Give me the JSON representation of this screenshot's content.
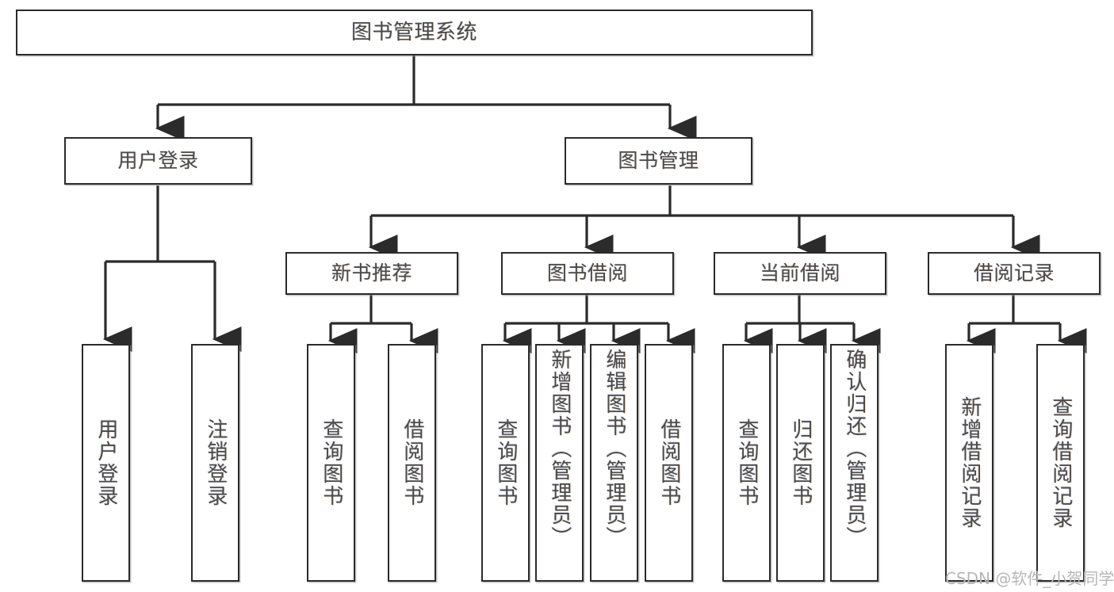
{
  "diagram": {
    "title": "图书管理系统",
    "type": "tree-hierarchy-chart",
    "root": {
      "label": "图书管理系统"
    },
    "level2": [
      {
        "label": "用户登录"
      },
      {
        "label": "图书管理"
      }
    ],
    "level3": [
      {
        "label": "新书推荐"
      },
      {
        "label": "图书借阅"
      },
      {
        "label": "当前借阅"
      },
      {
        "label": "借阅记录"
      }
    ],
    "leaves": {
      "user_login": [
        {
          "label": "用户登录"
        },
        {
          "label": "注销登录"
        }
      ],
      "new_book_recommend": [
        {
          "label": "查询图书"
        },
        {
          "label": "借阅图书"
        }
      ],
      "book_borrow": [
        {
          "label": "查询图书"
        },
        {
          "label": "新增图书（管理员）"
        },
        {
          "label": "编辑图书（管理员）"
        },
        {
          "label": "借阅图书"
        }
      ],
      "current_borrow": [
        {
          "label": "查询图书"
        },
        {
          "label": "归还图书"
        },
        {
          "label": "确认归还（管理员）"
        }
      ],
      "borrow_record": [
        {
          "label": "新增借阅记录"
        },
        {
          "label": "查询借阅记录"
        }
      ]
    },
    "watermark": "CSDN @软件_小贺同学",
    "colors": {
      "border": "#2b2b2b",
      "text": "#4a4a4a",
      "background": "#ffffff",
      "connector": "#2b2b2b",
      "watermark": "#b6b6b6"
    }
  }
}
